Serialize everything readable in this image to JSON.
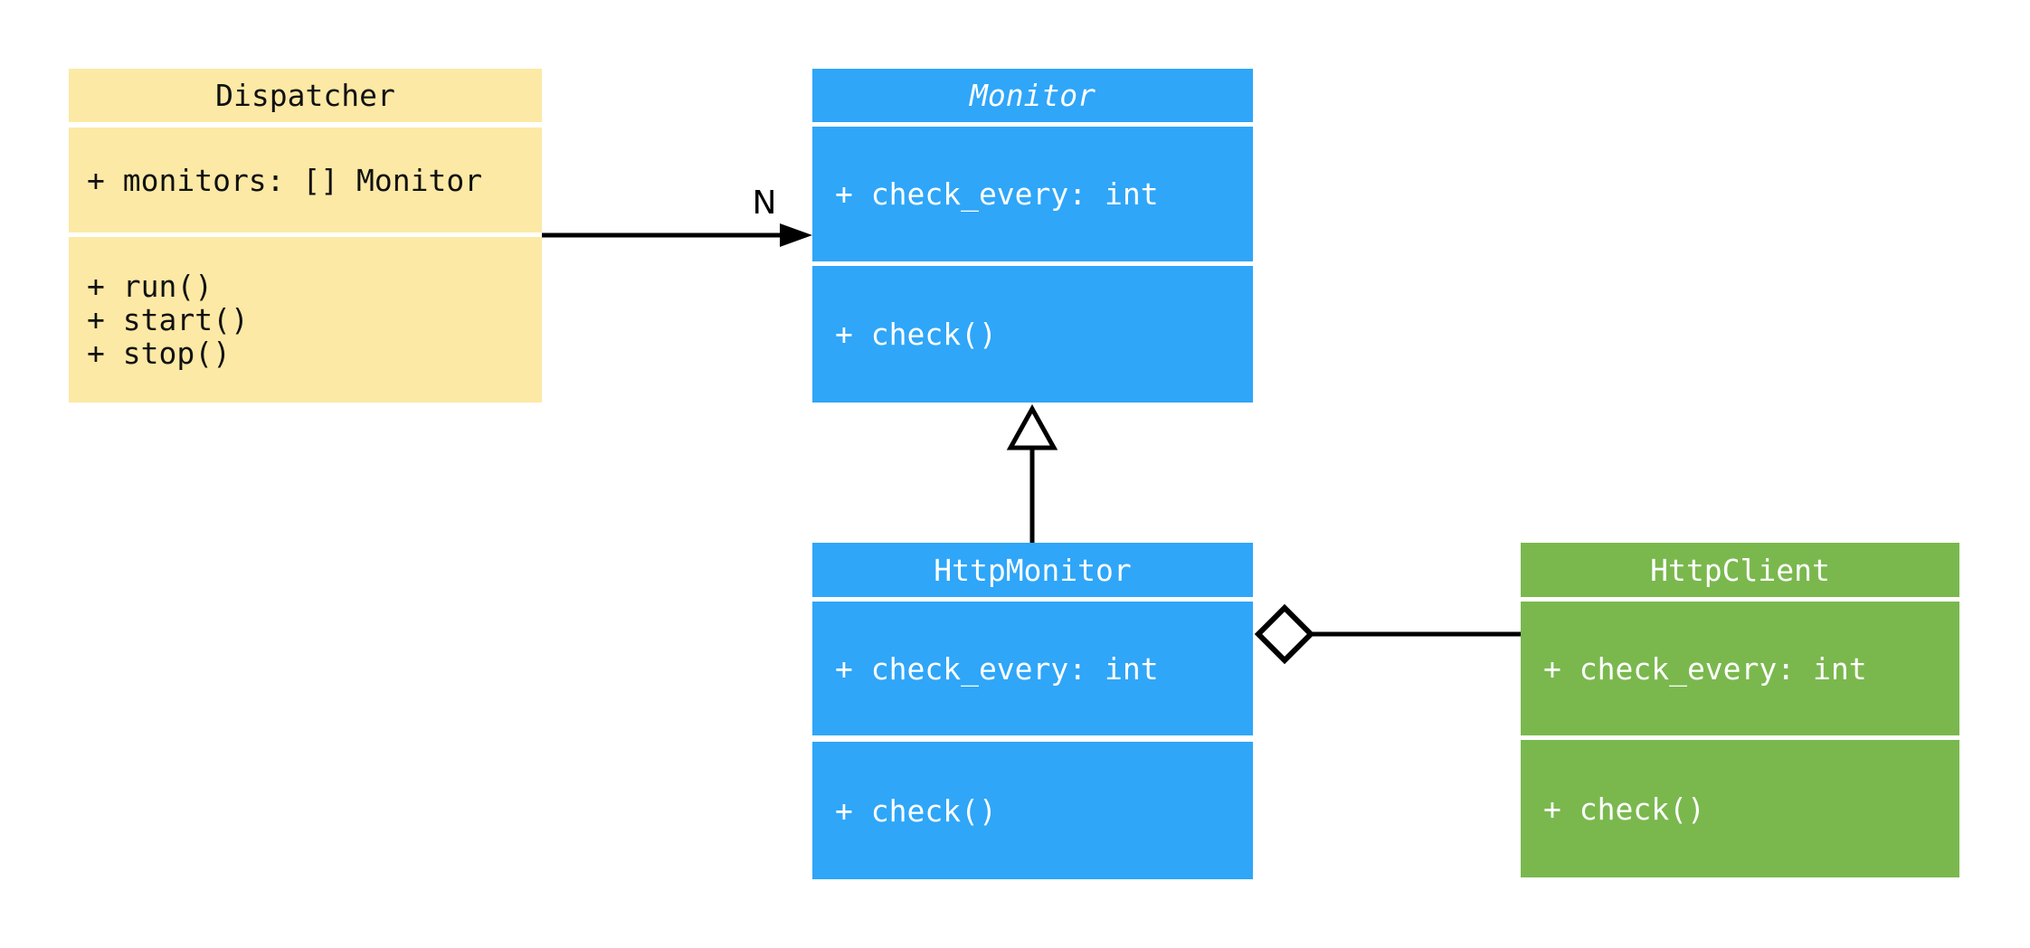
{
  "diagram": {
    "kind": "uml-class-diagram",
    "background_color": "#FFFFFF",
    "line_color": "#000000",
    "classes": [
      {
        "name": "Dispatcher",
        "abstract": false,
        "fill_color": "#FCE9A5",
        "text_color": "#111111",
        "attributes": [
          "+ monitors: [] Monitor"
        ],
        "methods": [
          "+ run()",
          "+ start()",
          "+ stop()"
        ]
      },
      {
        "name": "Monitor",
        "abstract": true,
        "fill_color": "#2FA6F8",
        "text_color": "#FFFFFF",
        "attributes": [
          "+ check_every: int"
        ],
        "methods": [
          "+ check()"
        ]
      },
      {
        "name": "HttpMonitor",
        "abstract": false,
        "fill_color": "#2FA6F8",
        "text_color": "#FFFFFF",
        "attributes": [
          "+ check_every: int"
        ],
        "methods": [
          "+ check()"
        ]
      },
      {
        "name": "HttpClient",
        "abstract": false,
        "fill_color": "#7AB84E",
        "text_color": "#FFFFFF",
        "attributes": [
          "+ check_every: int"
        ],
        "methods": [
          "+ check()"
        ]
      }
    ],
    "relationships": [
      {
        "type": "association",
        "from": "Dispatcher",
        "to": "Monitor",
        "label": "N",
        "arrowhead": "filled-arrow"
      },
      {
        "type": "inheritance",
        "from": "HttpMonitor",
        "to": "Monitor",
        "label": "",
        "arrowhead": "hollow-triangle"
      },
      {
        "type": "aggregation",
        "from": "HttpMonitor",
        "to": "HttpClient",
        "label": "",
        "arrowhead": "hollow-diamond"
      }
    ]
  }
}
